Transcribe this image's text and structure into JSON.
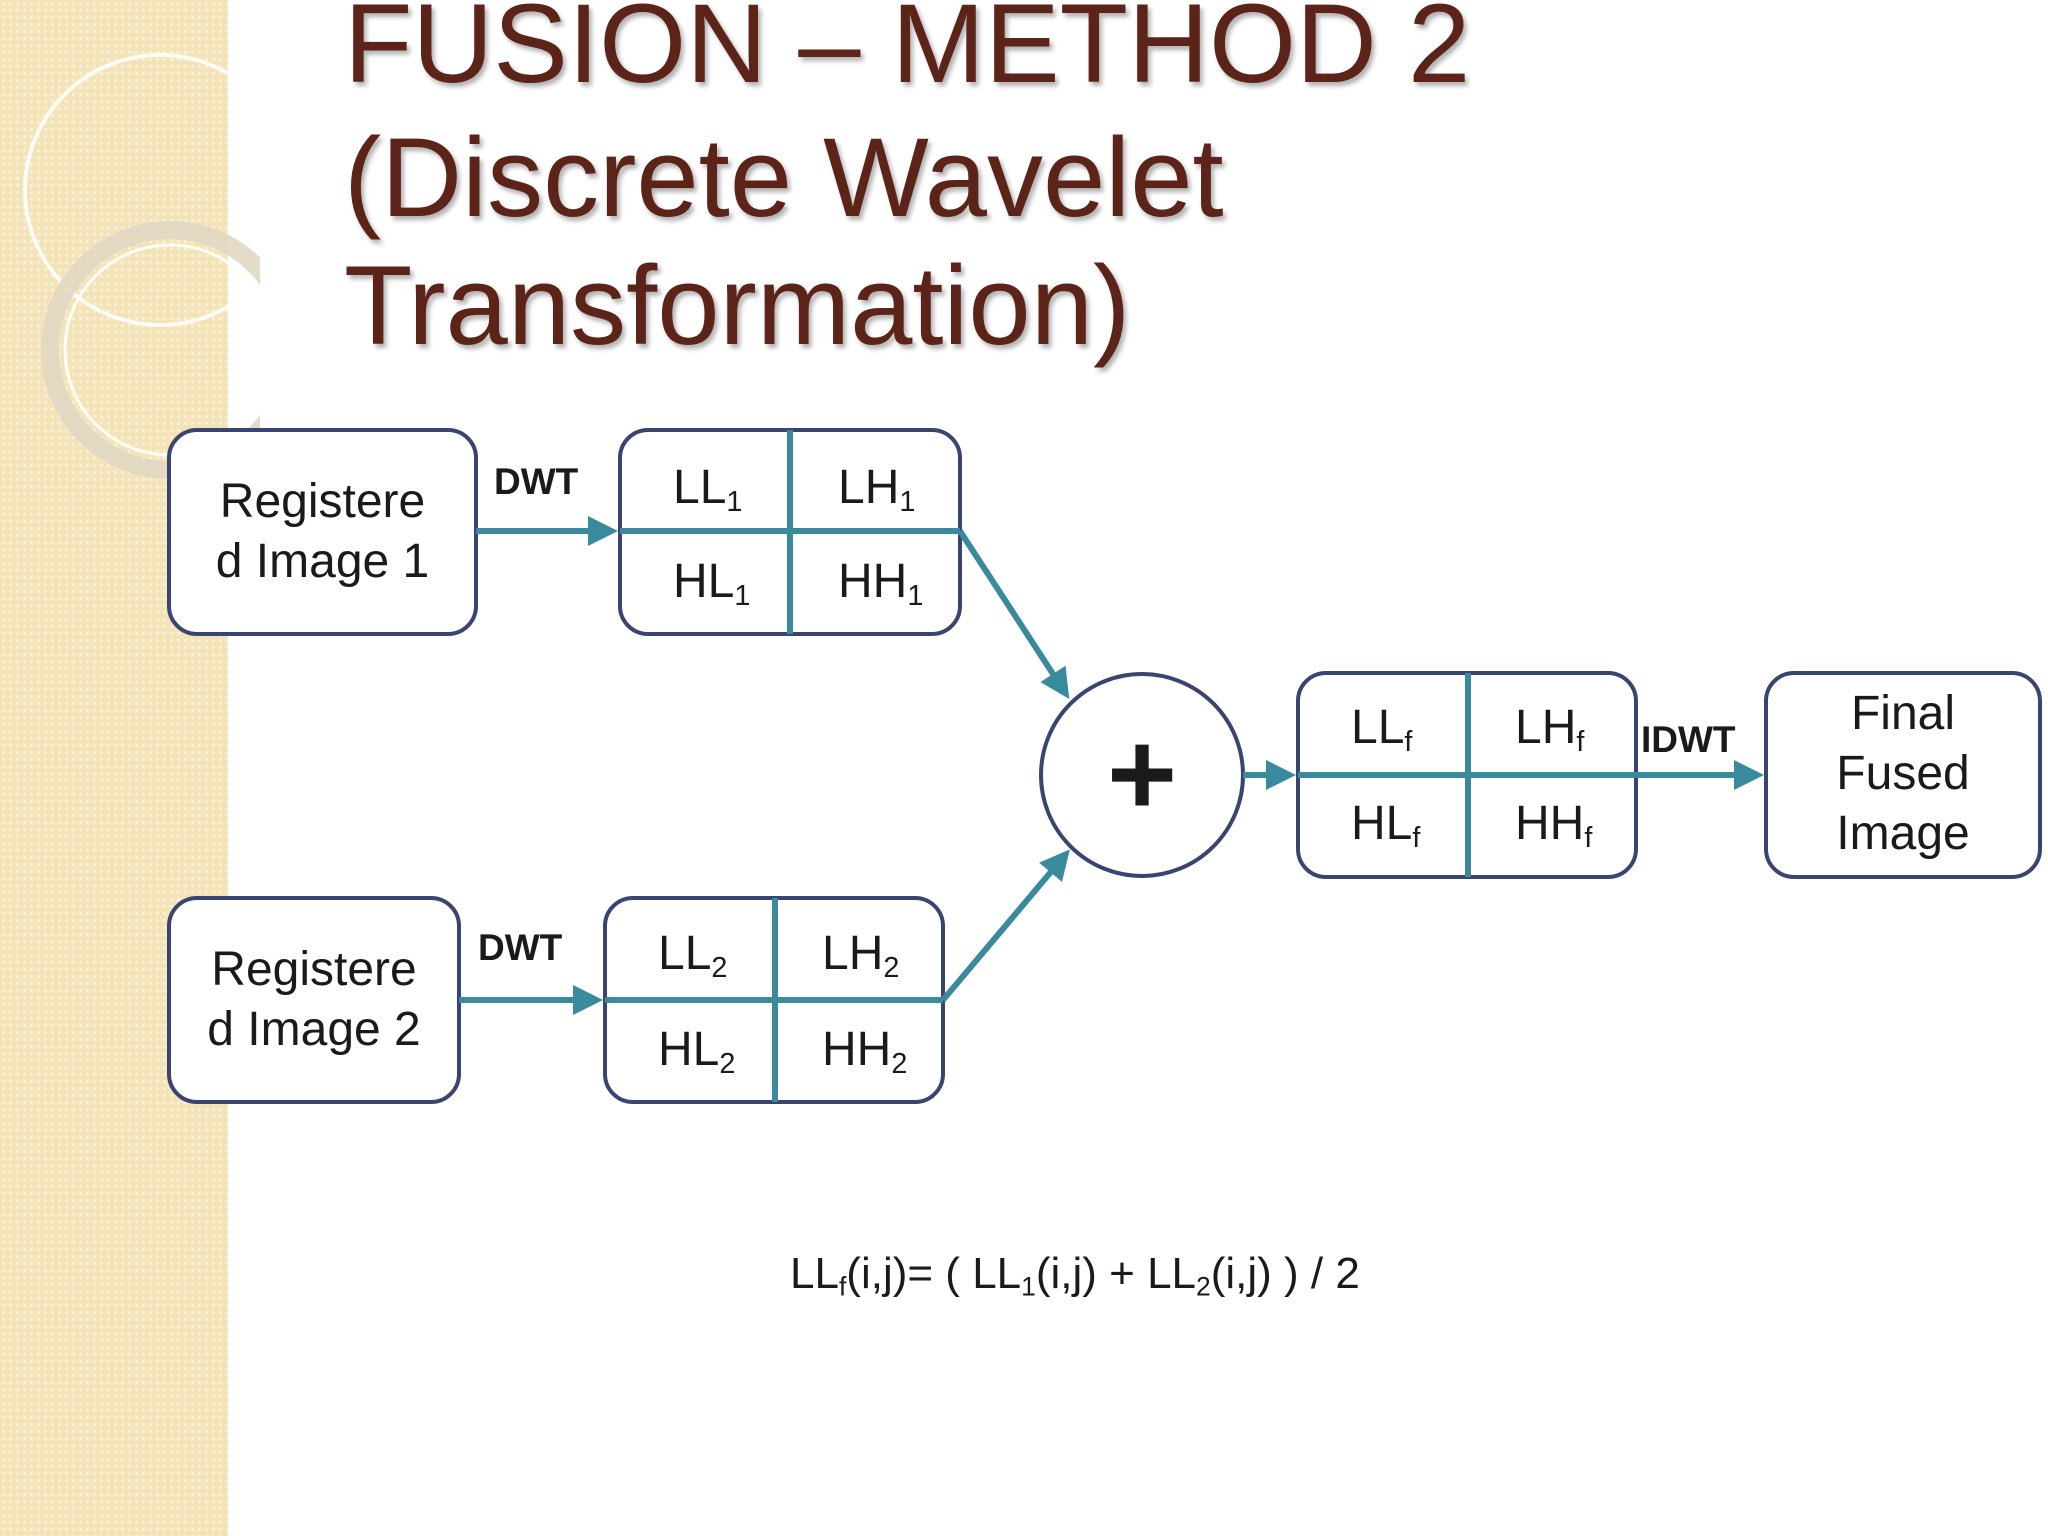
{
  "title": {
    "line1": "FUSION – METHOD 2",
    "line2": "(Discrete Wavelet",
    "line3": "Transformation)"
  },
  "colors": {
    "title": "#5c2318",
    "box_border": "#3a4470",
    "arrow": "#3a8a9e",
    "sidebar": "#f3e3b6"
  },
  "input1": {
    "line1": "Registere",
    "line2": "d Image 1"
  },
  "input2": {
    "line1": "Registere",
    "line2": "d Image 2"
  },
  "output": {
    "line1": "Final",
    "line2": "Fused",
    "line3": "Image"
  },
  "labels": {
    "dwt1": "DWT",
    "dwt2": "DWT",
    "idwt": "IDWT",
    "plus": "+"
  },
  "grid1": {
    "ll": {
      "base": "LL",
      "sub": "1"
    },
    "lh": {
      "base": "LH",
      "sub": "1"
    },
    "hl": {
      "base": "HL",
      "sub": "1"
    },
    "hh": {
      "base": "HH",
      "sub": "1"
    }
  },
  "grid2": {
    "ll": {
      "base": "LL",
      "sub": "2"
    },
    "lh": {
      "base": "LH",
      "sub": "2"
    },
    "hl": {
      "base": "HL",
      "sub": "2"
    },
    "hh": {
      "base": "HH",
      "sub": "2"
    }
  },
  "gridf": {
    "ll": {
      "base": "LL",
      "sub": "f"
    },
    "lh": {
      "base": "LH",
      "sub": "f"
    },
    "hl": {
      "base": "HL",
      "sub": "f"
    },
    "hh": {
      "base": "HH",
      "sub": "f"
    }
  },
  "formula": {
    "lhs_base": "LL",
    "lhs_sub": "f",
    "lhs_rest": "(i,j)= ( ",
    "t1_base": "LL",
    "t1_sub": "1",
    "t1_rest": "(i,j) + ",
    "t2_base": "LL",
    "t2_sub": "2",
    "t2_rest": "(i,j) ) / 2"
  }
}
